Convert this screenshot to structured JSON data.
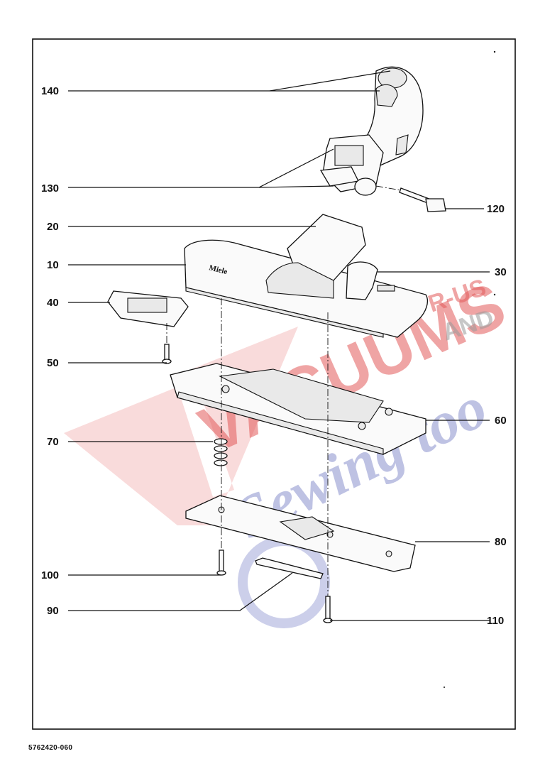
{
  "callouts": {
    "c140": "140",
    "c130": "130",
    "c120": "120",
    "c20": "20",
    "c10": "10",
    "c30": "30",
    "c40": "40",
    "c50": "50",
    "c60": "60",
    "c70": "70",
    "c80": "80",
    "c100": "100",
    "c90": "90",
    "c110": "110"
  },
  "brand_on_part": "Miele",
  "watermark": {
    "main": "VACUUMS",
    "r_us": "R-US",
    "and": "AND",
    "sewing": "Sewing too"
  },
  "document_code": "5762420-060",
  "colors": {
    "watermark_red": "#e35a5a",
    "watermark_blue": "#5660b8",
    "watermark_gray": "#9a9a9a"
  }
}
